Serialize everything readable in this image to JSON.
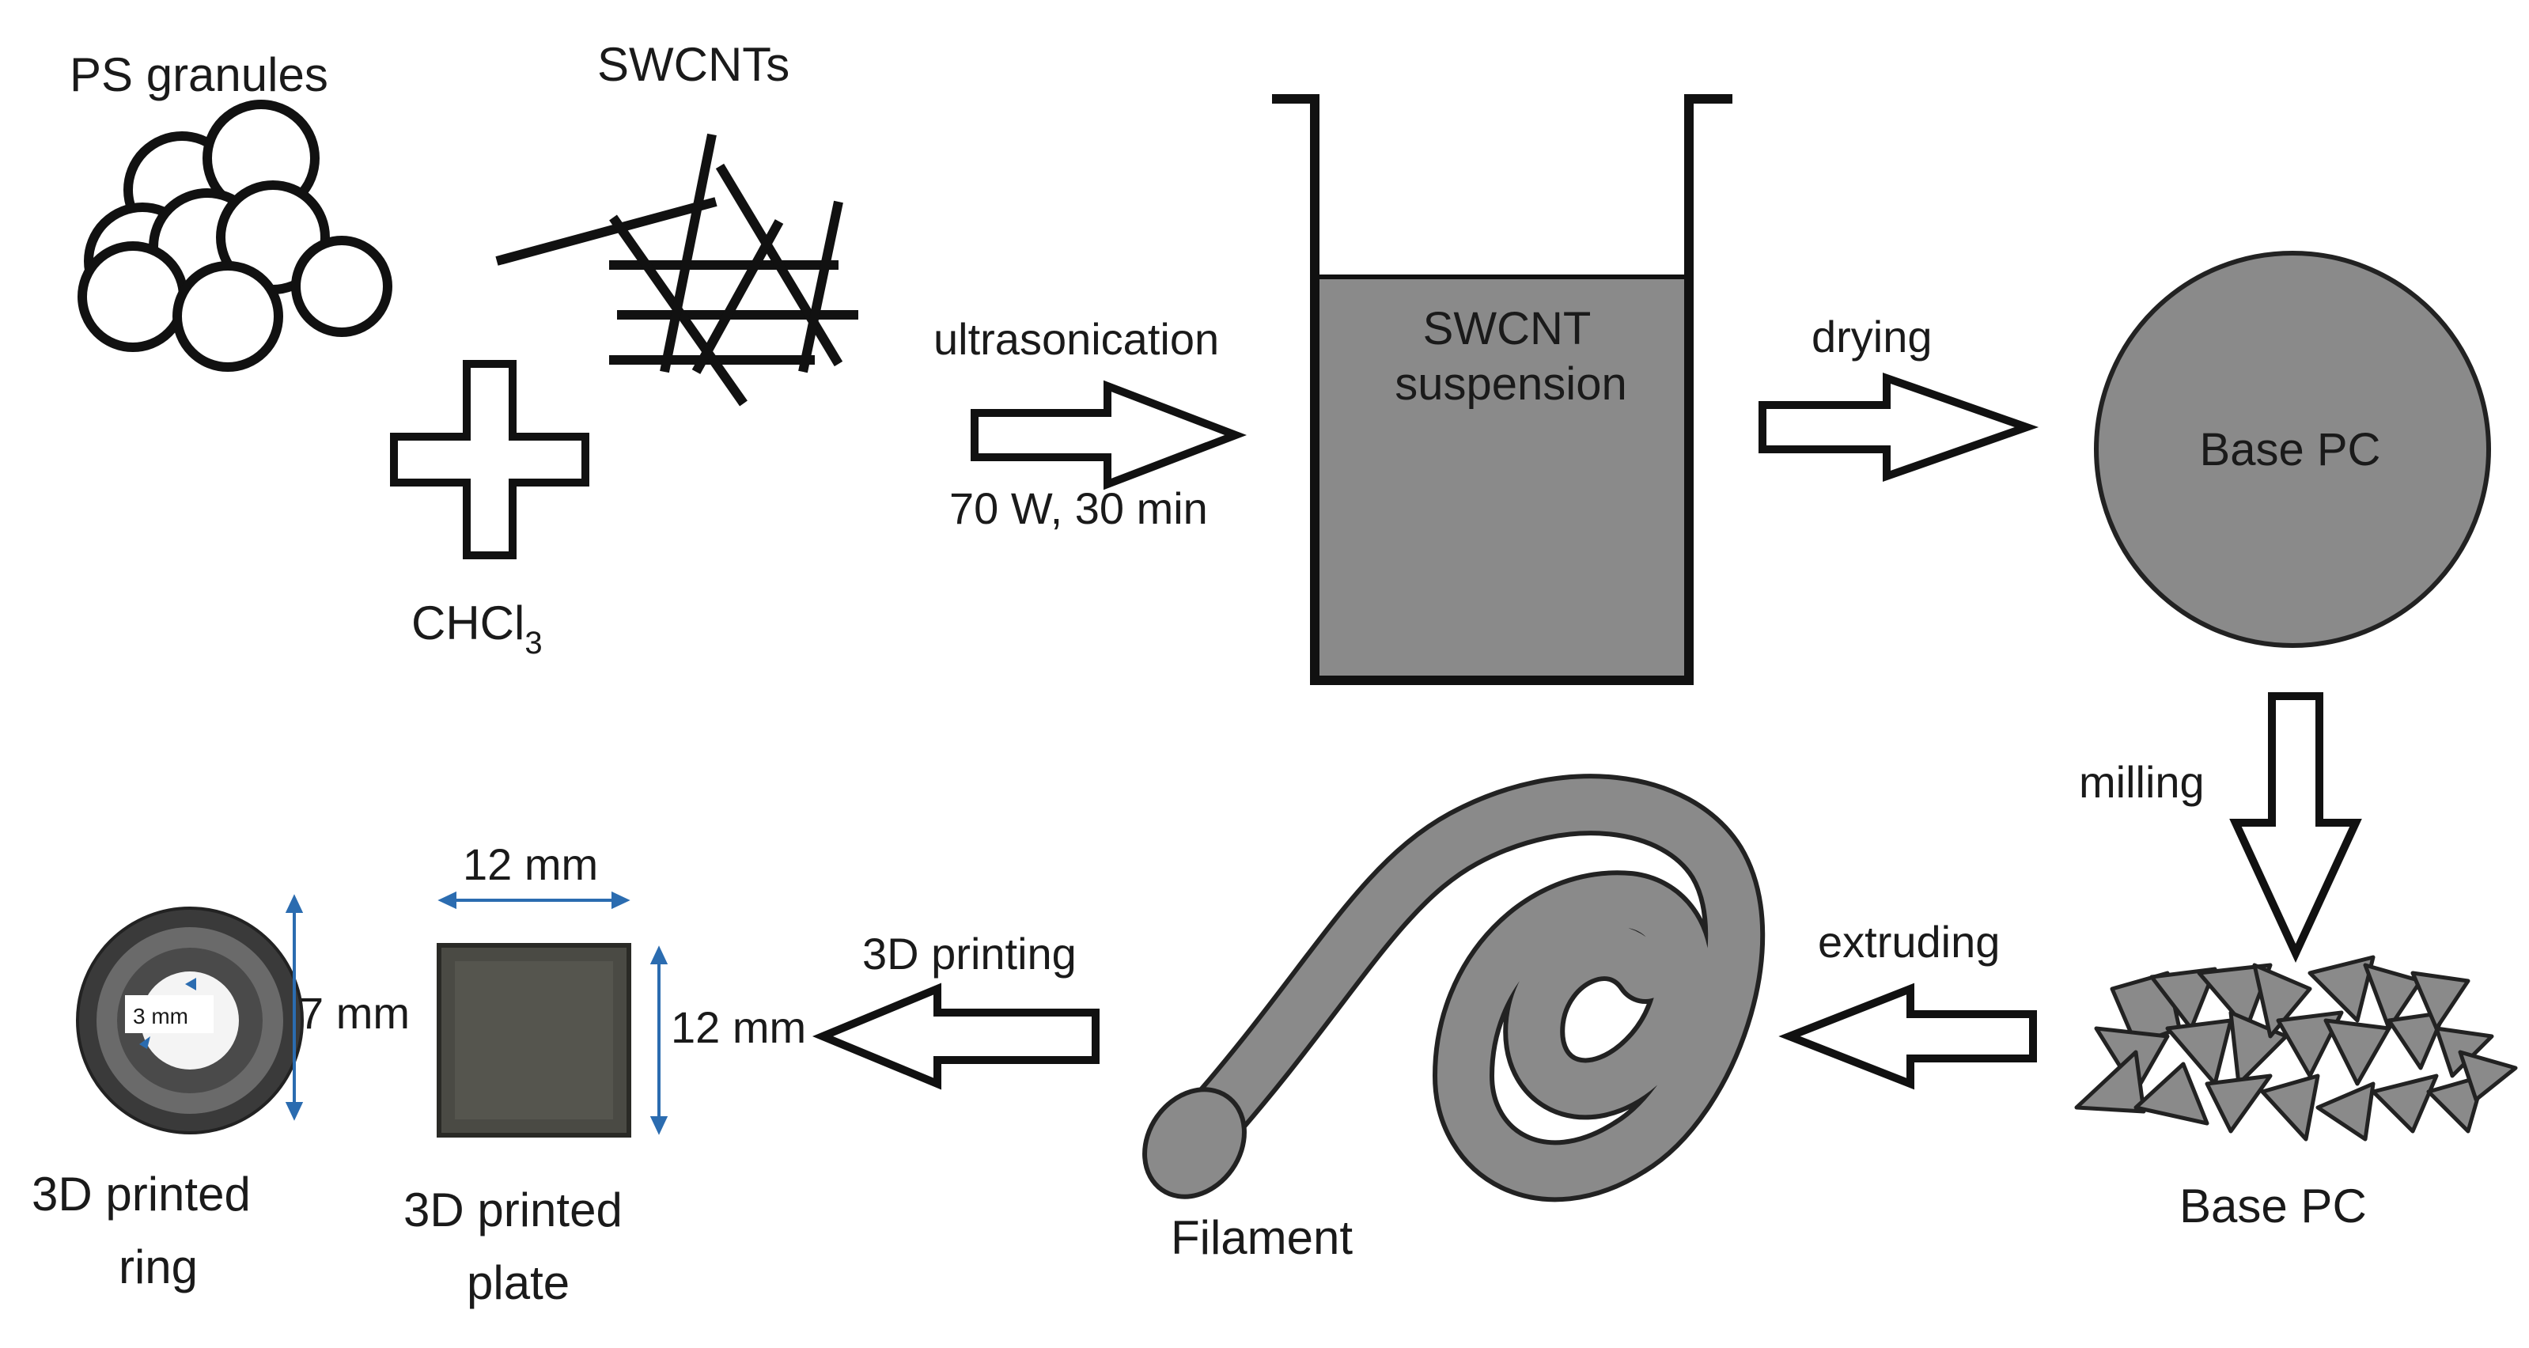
{
  "labels": {
    "ps_granules": "PS granules",
    "swcnts": "SWCNTs",
    "chcl3": "CHCl",
    "chcl3_sub": "3",
    "ultrasonication": "ultrasonication",
    "ultrasonication_params": "70 W, 30 min",
    "suspension_line1": "SWCNT",
    "suspension_line2": "suspension",
    "drying": "drying",
    "base_pc_disk": "Base PC",
    "milling": "milling",
    "base_pc_pieces": "Base PC",
    "extruding": "extruding",
    "filament": "Filament",
    "printing": "3D printing",
    "plate_width": "12 mm",
    "plate_height": "12 mm",
    "ring_outer": "7 mm",
    "ring_inner": "3 mm",
    "plate_line1": "3D printed",
    "plate_line2": "plate",
    "ring_line1": "3D printed",
    "ring_line2": "ring"
  },
  "colors": {
    "fill_gray": "#8a8a8a",
    "dimension_blue": "#2b6cb0",
    "outline": "#111111"
  }
}
